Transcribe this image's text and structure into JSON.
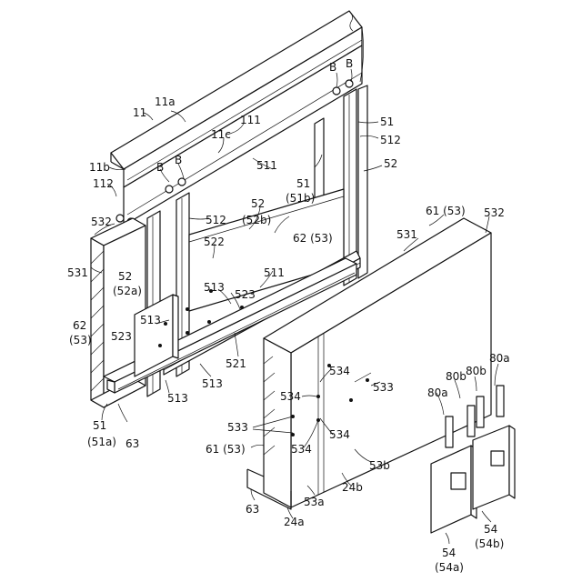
{
  "figure": {
    "labels": {
      "l11a": "11a",
      "l11": "11",
      "lB_top1": "B",
      "lB_top2": "B",
      "l111": "111",
      "l11c": "11c",
      "l51_top": "51",
      "l512_top": "512",
      "l11b": "11b",
      "lB_l1": "B",
      "lB_l2": "B",
      "l511_top": "511",
      "l51_mid": "51",
      "l51b": "(51b)",
      "l52_right": "52",
      "l112": "112",
      "l52_mid": "52",
      "l52b": "(52b)",
      "l532_left": "532",
      "l512_left": "512",
      "l62_53_mid": "62 (53)",
      "l61_53_top": "61 (53)",
      "l532_right": "532",
      "l531_right": "531",
      "l522": "522",
      "l531_left": "531",
      "l52_left": "52",
      "l52a": "(52a)",
      "l511_mid": "511",
      "l513_a": "513",
      "l523_a": "523",
      "l62": "62",
      "l53_left": "(53)",
      "l513_b": "513",
      "l523_b": "523",
      "l521": "521",
      "l80a_right": "80a",
      "l80b_1": "80b",
      "l80b_2": "80b",
      "l534_a": "534",
      "l533_right": "533",
      "l80a_left": "80a",
      "l513_c": "513",
      "l513_d": "513",
      "l534_b": "534",
      "l51_bottom": "51",
      "l51a": "(51a)",
      "l63_left": "63",
      "l534_c": "534",
      "l533_left": "533",
      "l534_d": "534",
      "l61_53_left": "61 (53)",
      "l53b": "53b",
      "l24b": "24b",
      "l63_bottom": "63",
      "l53a": "53a",
      "l24a": "24a",
      "l54_right": "54",
      "l54b": "(54b)",
      "l54_left": "54",
      "l54a": "(54a)"
    }
  }
}
